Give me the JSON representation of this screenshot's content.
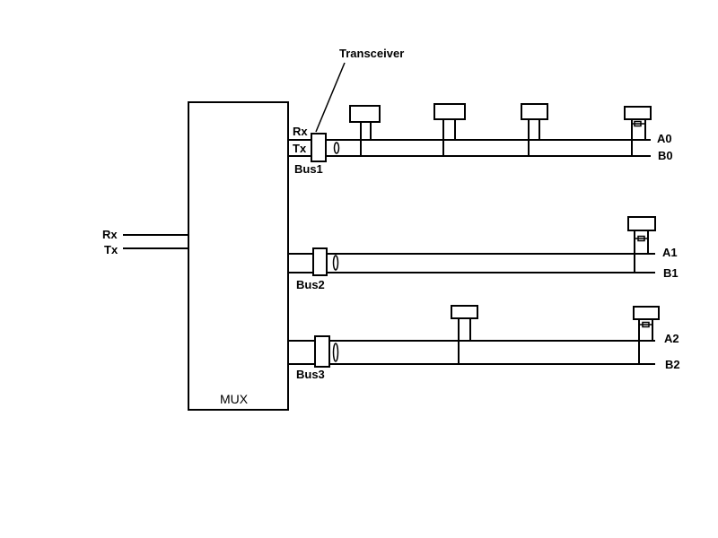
{
  "callout": "Transceiver",
  "mux_label": "MUX",
  "host": {
    "rx": "Rx",
    "tx": "Tx"
  },
  "bus1": {
    "label": "Bus1",
    "rx": "Rx",
    "tx": "Tx",
    "line_a": "A0",
    "line_b": "B0"
  },
  "bus2": {
    "label": "Bus2",
    "line_a": "A1",
    "line_b": "B1"
  },
  "bus3": {
    "label": "Bus3",
    "line_a": "A2",
    "line_b": "B2"
  }
}
